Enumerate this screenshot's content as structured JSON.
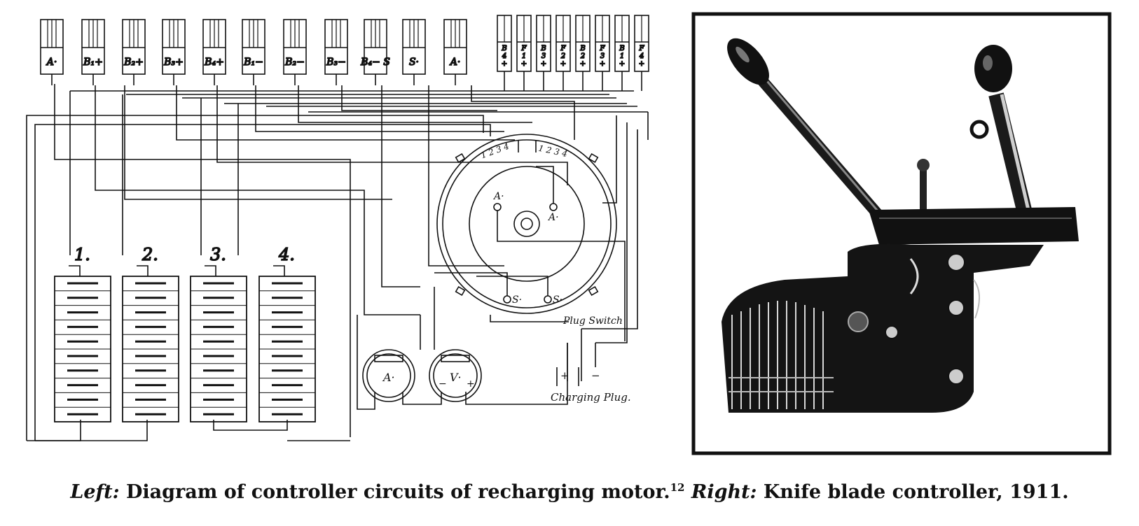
{
  "terminals": [
    {
      "id": "A",
      "label": "A·"
    },
    {
      "id": "B1p",
      "label": "B₁+"
    },
    {
      "id": "B2p",
      "label": "B₂+"
    },
    {
      "id": "B3p",
      "label": "B₃+"
    },
    {
      "id": "B4p",
      "label": "B₄+"
    },
    {
      "id": "B1m",
      "label": "B₁−"
    },
    {
      "id": "B2m",
      "label": "B₂−"
    },
    {
      "id": "B3m",
      "label": "B₃−"
    },
    {
      "id": "B4m",
      "label": "B₄− S"
    },
    {
      "id": "S",
      "label": "S·"
    },
    {
      "id": "A2",
      "label": "A·"
    }
  ],
  "narrow_terminals": [
    "B 4 +",
    "F 1 +",
    "B 3 +",
    "F 2 +",
    "B 2 +",
    "F 3 +",
    "B 1 +",
    "F 4 +"
  ],
  "batteries": [
    {
      "label": "1."
    },
    {
      "label": "2."
    },
    {
      "label": "3."
    },
    {
      "label": "4."
    }
  ],
  "switch": {
    "left_numbers": "1 2 3 4",
    "right_numbers": "1 2 3 4",
    "armature_left": "A·",
    "armature_right": "A·",
    "field_left": "S·",
    "field_right": "S·"
  },
  "meters": {
    "ammeter": "A·",
    "voltmeter": "V·",
    "minus": "−",
    "plus": "+"
  },
  "labels": {
    "plug_switch": "Plug Switch",
    "charging_plug": "Charging Plug.",
    "plug_plus": "+",
    "plug_minus": "−"
  },
  "caption": {
    "left_label": "Left:",
    "left_text": " Diagram of controller circuits of recharging motor.",
    "ref": "12",
    "right_label": " Right:",
    "right_text": " Knife blade controller, 1911."
  }
}
